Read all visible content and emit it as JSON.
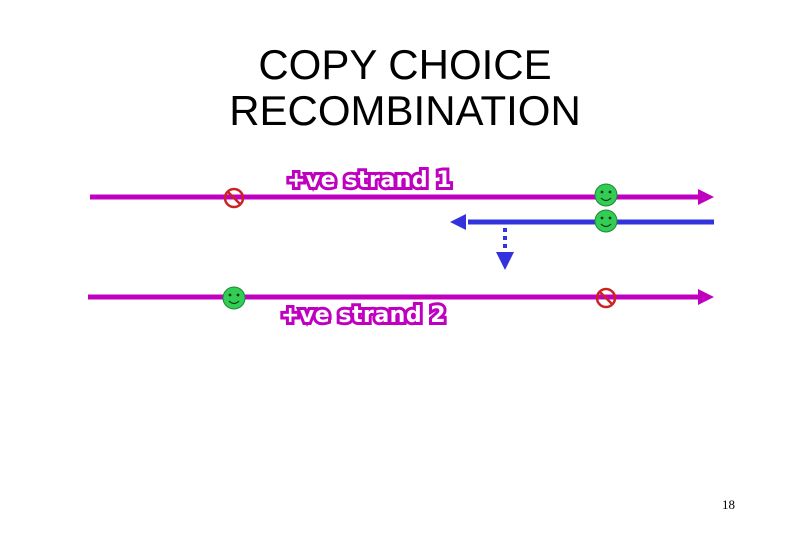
{
  "title": {
    "line1": "COPY CHOICE",
    "line2": "RECOMBINATION"
  },
  "strands": {
    "strand1_label": "+ve strand 1",
    "strand2_label": "+ve strand 2"
  },
  "colors": {
    "strand": "#c000c0",
    "negative_strand": "#3333dd",
    "smiley": "#33cc55",
    "no_symbol": "#cc2222"
  },
  "icons": {
    "marker_a": "no-symbol-icon",
    "marker_b": "smiley-icon",
    "jump": "dashed-arrow-down-icon"
  },
  "slide_number": "18"
}
